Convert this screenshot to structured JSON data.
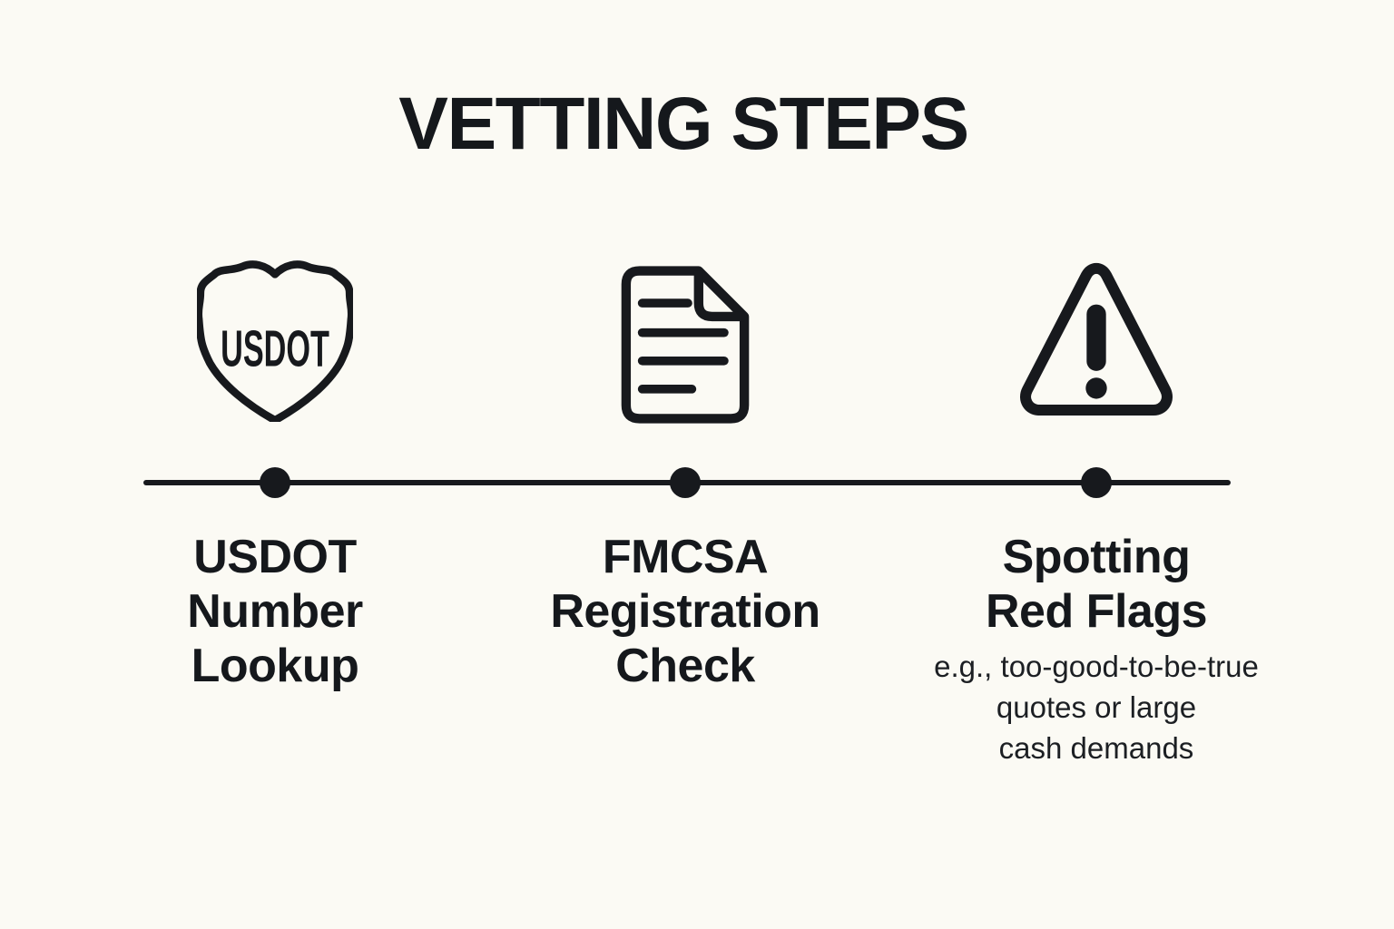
{
  "title": "VETTING STEPS",
  "colors": {
    "background": "#fbfaf4",
    "ink": "#17191d"
  },
  "timeline": {
    "step_count": 3
  },
  "steps": [
    {
      "id": "usdot-number-lookup",
      "icon": "usdot-shield-icon",
      "icon_text": "USDOT",
      "label": "USDOT\nNumber\nLookup"
    },
    {
      "id": "fmcsa-registration-check",
      "icon": "document-icon",
      "label": "FMCSA\nRegistration\nCheck"
    },
    {
      "id": "spotting-red-flags",
      "icon": "warning-triangle-icon",
      "label": "Spotting\nRed Flags",
      "note": "e.g., too-good-to-be-true\nquotes or large\ncash demands"
    }
  ]
}
